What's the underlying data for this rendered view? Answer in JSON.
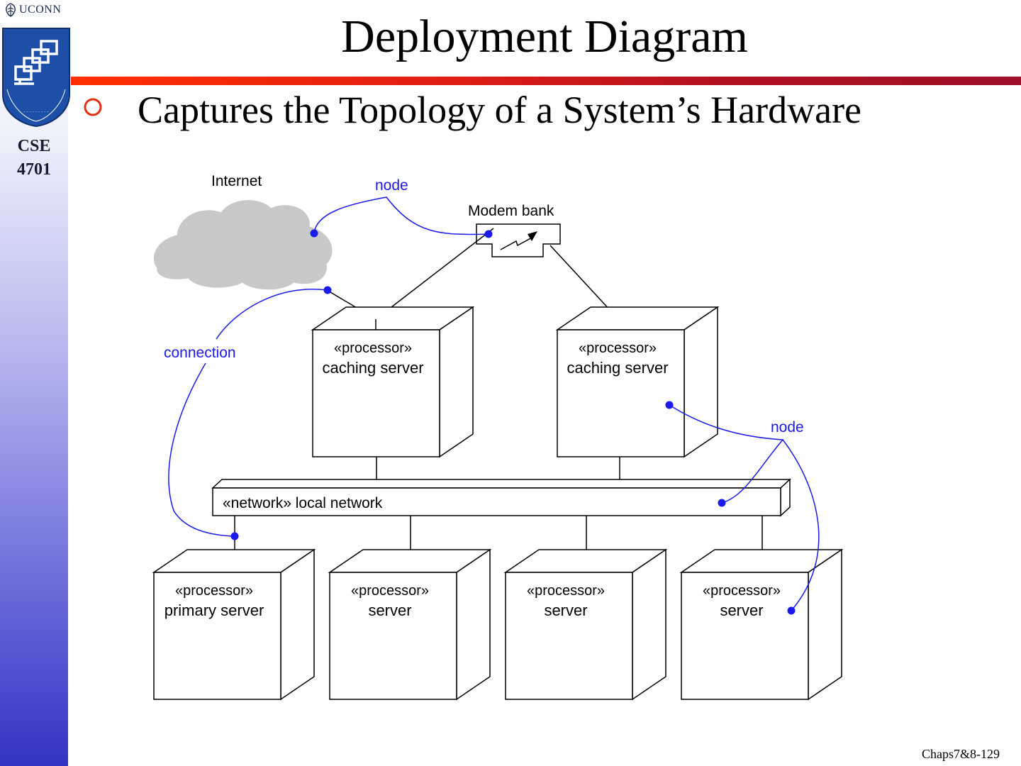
{
  "sidebar": {
    "brand": "UCONN",
    "course_lines": [
      "CSE",
      "4701"
    ]
  },
  "slide": {
    "title": "Deployment Diagram",
    "bullet": "Captures the Topology of a System’s Hardware",
    "footer": "Chaps7&8-129"
  },
  "diagram": {
    "cloud_label": "Internet",
    "modem_label": "Modem bank",
    "annotations": {
      "node_top": "node",
      "connection": "connection",
      "node_right": "node"
    },
    "network": {
      "stereotype": "«network»",
      "name": "local network"
    },
    "caching_servers": [
      {
        "stereotype": "«processor»",
        "name": "caching server"
      },
      {
        "stereotype": "«processor»",
        "name": "caching server"
      }
    ],
    "servers": [
      {
        "stereotype": "«processor»",
        "name": "primary server"
      },
      {
        "stereotype": "«processor»",
        "name": "server"
      },
      {
        "stereotype": "«processor»",
        "name": "server"
      },
      {
        "stereotype": "«processor»",
        "name": "server"
      }
    ]
  },
  "colors": {
    "annotation_blue": "#1a1aee",
    "title_rule_start": "#ff3000",
    "title_rule_end": "#a0102a",
    "bullet": "#e03010",
    "cloud": "#c8c8c8"
  }
}
